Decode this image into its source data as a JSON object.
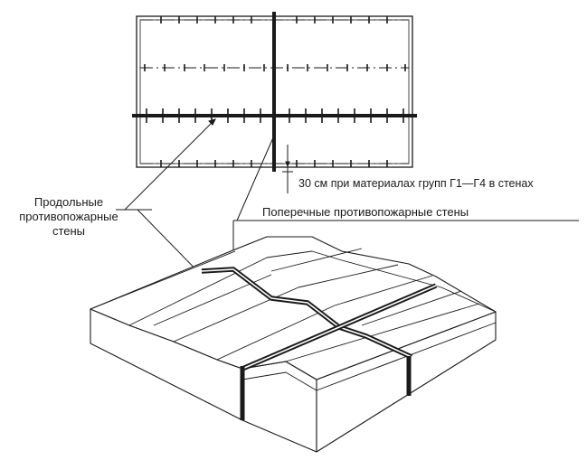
{
  "diagram": {
    "labels": {
      "longitudinal": {
        "line1": "Продольные",
        "line2": "противопожарные",
        "line3": "стены"
      },
      "transverse": "Поперечные противопожарные стены",
      "gap_note": "30 см при материалах групп Г1—Г4 в стенах"
    },
    "colors": {
      "ink": "#1a1a1a",
      "background": "#ffffff"
    }
  }
}
